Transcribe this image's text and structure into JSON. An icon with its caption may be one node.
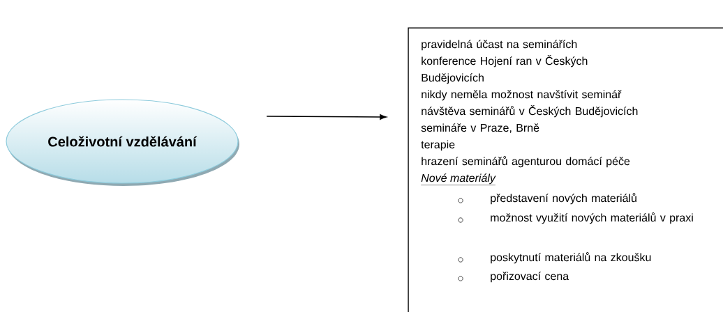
{
  "diagram": {
    "nodes": [
      {
        "text": [
          "Celoživotní vzdělávání"
        ]
      },
      {
        "text": [
          "pravidelná účast na seminářích",
          "konference Hojení ran v Českých Budějovicích",
          "nikdy neměla možnost navštívit seminář",
          "návštěva seminářů v Českých Budějovicích",
          "semináře v Praze, Brně",
          "terapie",
          "hrazení seminářů agenturou domácí péče",
          "Nové materiály",
          "představení nových materiálů",
          "možnost využití nových materiálů v praxi",
          "poskytnutí materiálů na zkoušku",
          "pořizovací cena"
        ]
      }
    ],
    "edges": [
      {
        "from": 0,
        "to": 1,
        "arrow": "to"
      }
    ]
  }
}
